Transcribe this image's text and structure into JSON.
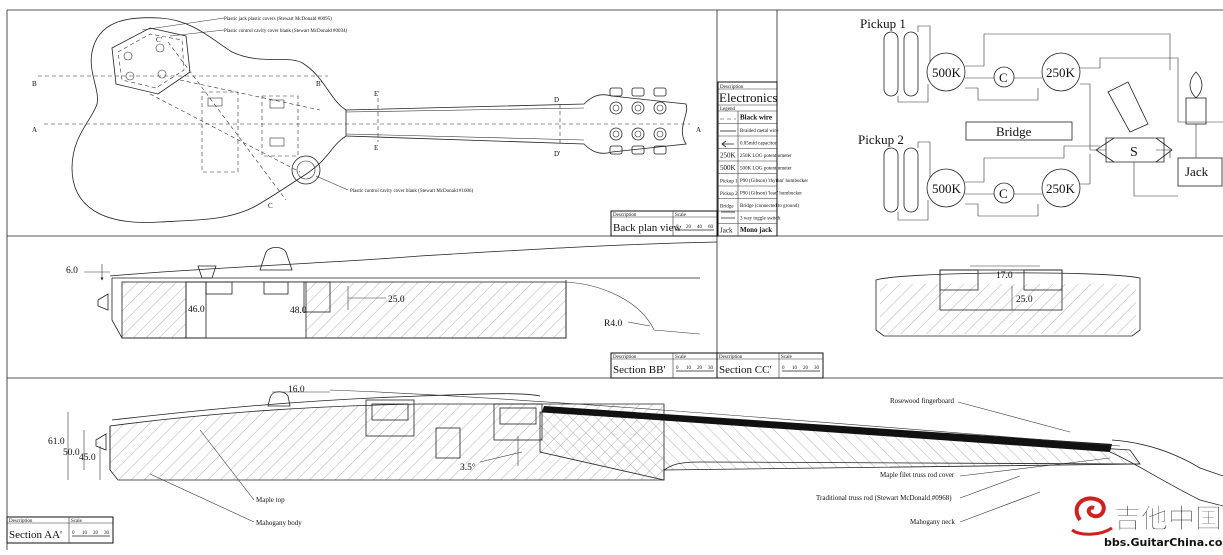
{
  "back_plan": {
    "callouts": {
      "top": "Plastic jack plastic covers (Stewart McDonald #0095)",
      "top2": "Plastic control cavity cover blank (Stewart McDonald #0034)",
      "bottom": "Plastic control cavity cover blank (Stewart McDonald #1006)"
    },
    "markers": {
      "a": "A",
      "a2": "A",
      "b": "B",
      "b2": "B'",
      "c": "C",
      "c2": "C'",
      "d": "D",
      "d2": "D'",
      "e": "E",
      "e2": "E'"
    },
    "title_block": {
      "desc_label": "Description",
      "scale_label": "Scale",
      "title": "Back plan view",
      "scale_ticks": [
        "0",
        "20",
        "40",
        "60"
      ]
    }
  },
  "legend": {
    "header_label": "Description",
    "title": "Electronics",
    "legend_label": "Legend",
    "rows": [
      {
        "symbol": "",
        "text": "Black wire"
      },
      {
        "symbol": "",
        "text": "Braided metal wire"
      },
      {
        "symbol": "",
        "text": "0.05mfd capacitor"
      },
      {
        "symbol": "250K",
        "text": "250K LOG potentiometer"
      },
      {
        "symbol": "500K",
        "text": "500K LOG potentiometer"
      },
      {
        "symbol": "Pickup 1",
        "text": "P90 (Gibson) 'rhythm' humbucker"
      },
      {
        "symbol": "Pickup 2",
        "text": "P90 (Gibson) 'lead' humbucker"
      },
      {
        "symbol": "Bridge",
        "text": "Bridge (connected to ground)"
      },
      {
        "symbol": "",
        "text": "3 way toggle switch"
      },
      {
        "symbol": "Jack",
        "text": "Mono jack"
      }
    ]
  },
  "schematic": {
    "pickup1": "Pickup 1",
    "pickup2": "Pickup 2",
    "pot_500k": "500K",
    "pot_250k": "250K",
    "cap": "C",
    "bridge": "Bridge",
    "switch": "S",
    "jack": "Jack"
  },
  "section_bb": {
    "dims": {
      "d1": "6.0",
      "d2": "46.0",
      "d3": "48.0",
      "d4": "25.0",
      "d5": "R4.0"
    },
    "title_block": {
      "desc_label": "Description",
      "scale_label": "Scale",
      "title": "Section BB'",
      "scale_ticks": [
        "0",
        "10",
        "20",
        "30"
      ]
    }
  },
  "section_cc": {
    "dims": {
      "d1": "17.0",
      "d2": "25.0"
    },
    "title_block": {
      "desc_label": "Description",
      "scale_label": "Scale",
      "title": "Section CC'",
      "scale_ticks": [
        "0",
        "10",
        "20",
        "30"
      ]
    }
  },
  "section_aa": {
    "dims": {
      "d1": "16.0",
      "d2": "61.0",
      "d3": "50.0",
      "d4": "45.0",
      "d5": "3.5°"
    },
    "labels": {
      "maple_top": "Maple top",
      "mahogany_body": "Mahogany body",
      "rosewood": "Rosewood fingerboard",
      "filet": "Maple filet truss rod cover",
      "truss": "Traditional truss rod (Stewart McDonald #0968)",
      "neck": "Mahogany neck"
    },
    "title_block": {
      "desc_label": "Description",
      "scale_label": "Scale",
      "title": "Section AA'",
      "scale_ticks": [
        "0",
        "10",
        "20",
        "30"
      ]
    }
  },
  "watermark": {
    "brand": "吉他中国",
    "url": "bbs.GuitarChina.com"
  },
  "colors": {
    "line": "#222222",
    "fingerboard": "#111111",
    "watermark": "#d02020"
  }
}
